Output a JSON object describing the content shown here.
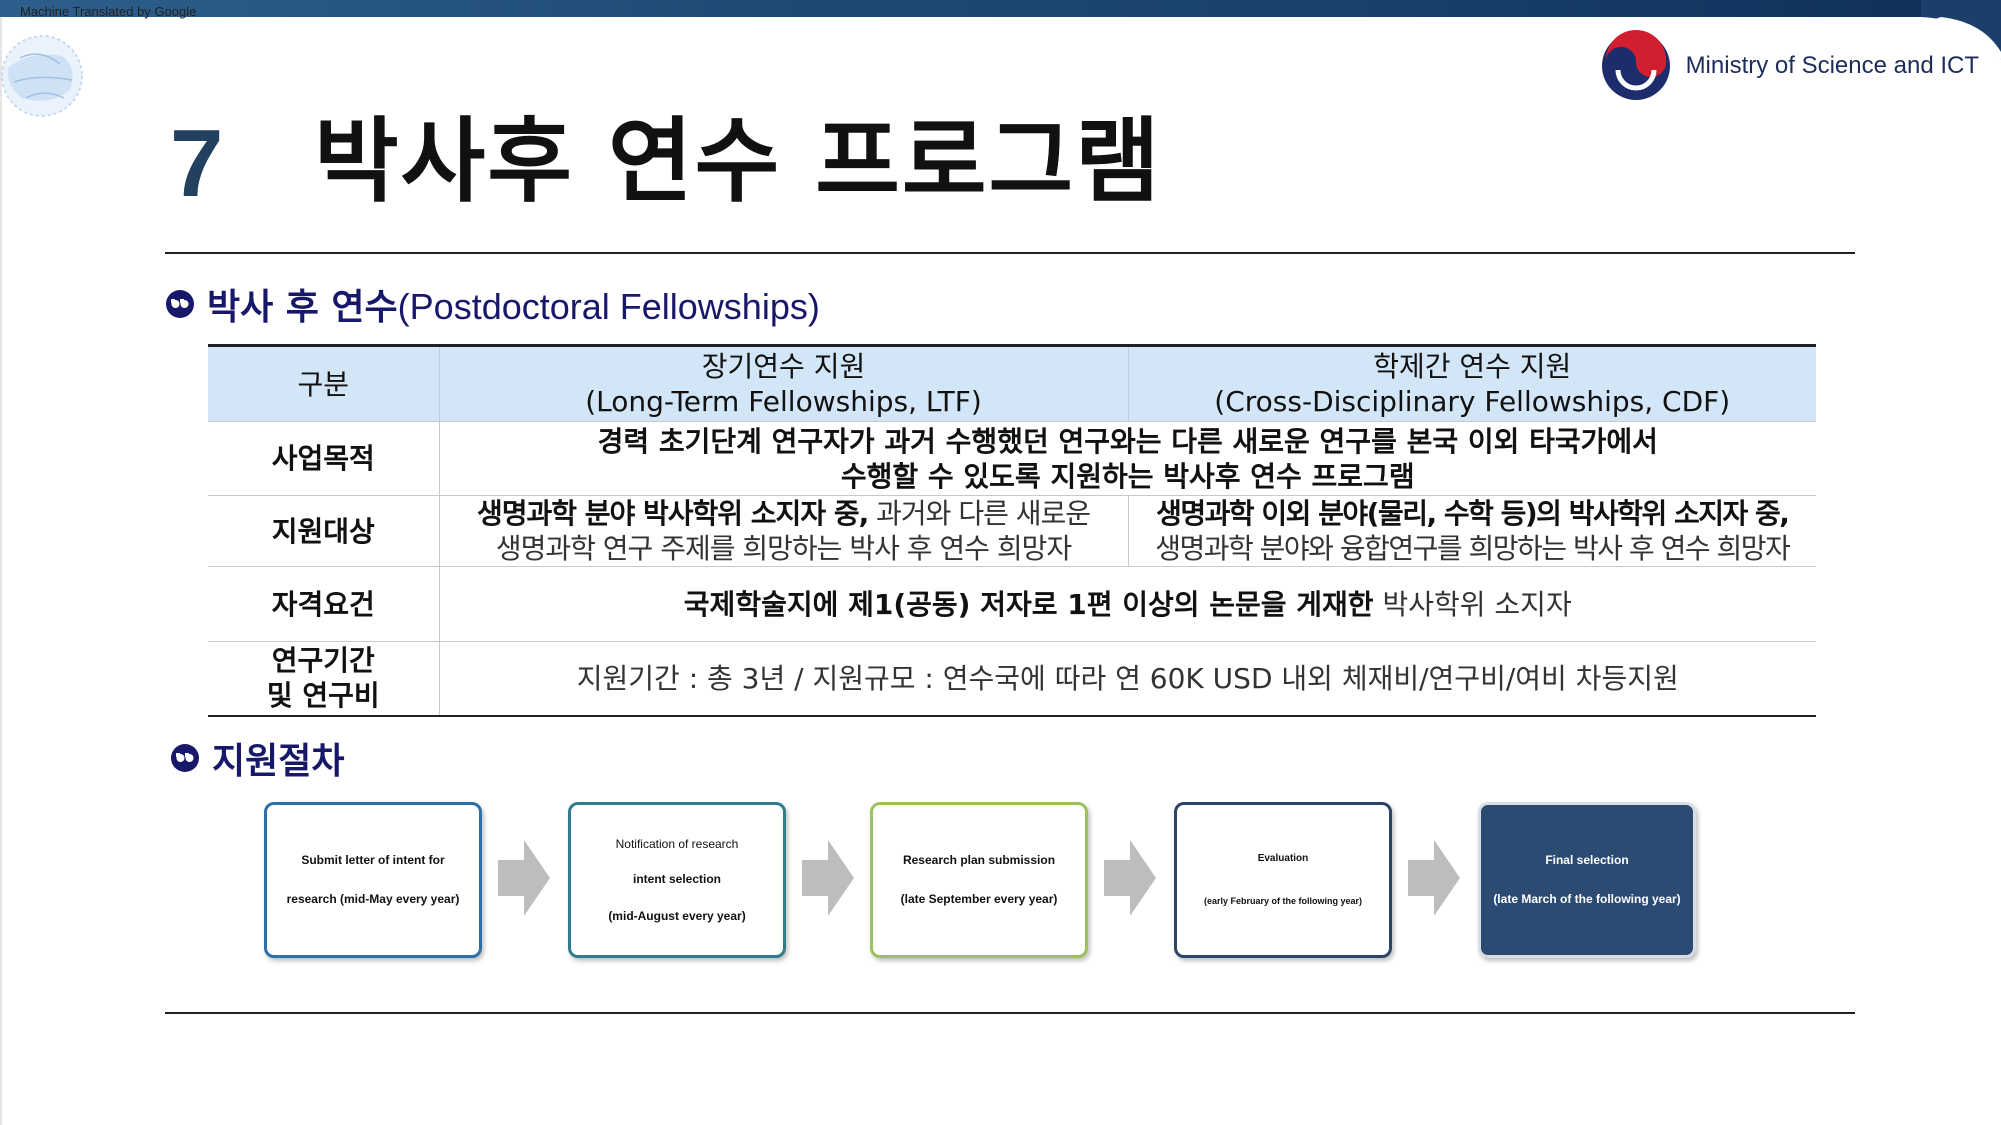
{
  "header": {
    "machine_translated": "Machine Translated by Google",
    "ministry": "Ministry of Science and ICT"
  },
  "title": {
    "number": "7",
    "text": "박사후 연수 프로그램"
  },
  "section1": {
    "title": "박사 후 연수",
    "subtitle": "(Postdoctoral Fellowships)"
  },
  "table": {
    "headers": {
      "col0": "구분",
      "col1_line1": "장기연수 지원",
      "col1_line2": "(Long-Term Fellowships, LTF)",
      "col2_line1": "학제간 연수 지원",
      "col2_line2": "(Cross-Disciplinary Fellowships, CDF)"
    },
    "rows": {
      "purpose": {
        "label": "사업목적",
        "line1": "경력 초기단계 연구자가 과거 수행했던 연구와는 다른 새로운 연구를 본국 이외 타국가에서",
        "line2": "수행할 수 있도록 지원하는 박사후 연수 프로그램"
      },
      "target": {
        "label": "지원대상",
        "ltf_bold": "생명과학 분야 박사학위 소지자 중,",
        "ltf_normal1": " 과거와 다른 새로운",
        "ltf_normal2": "생명과학 연구 주제를 희망하는 박사 후 연수 희망자",
        "cdf_bold": "생명과학 이외 분야(물리, 수학 등)의 박사학위 소지자 중,",
        "cdf_normal": "생명과학 분야와 융합연구를 희망하는 박사 후 연수 희망자"
      },
      "eligibility": {
        "label": "자격요건",
        "bold": "국제학술지에 제1(공동) 저자로 1편 이상의 논문을 게재한",
        "normal": " 박사학위 소지자"
      },
      "period": {
        "label_line1": "연구기간",
        "label_line2": "및 연구비",
        "text": "지원기간 : 총 3년 / 지원규모 : 연수국에 따라 연 60K USD 내외 체재비/연구비/여비 차등지원"
      }
    }
  },
  "section2": {
    "title": "지원절차"
  },
  "steps": [
    {
      "l1": "Submit letter of intent for",
      "l2": "research (mid-May every year)",
      "l3": "",
      "border": "#2d6fa8",
      "fill": "#ffffff",
      "text": "#111111"
    },
    {
      "l1": "Notification of research",
      "l2": "intent selection",
      "l3": "(mid-August every year)",
      "border": "#2f7d8a",
      "fill": "#ffffff",
      "text": "#111111"
    },
    {
      "l1": "Research plan submission",
      "l2": "(late September every year)",
      "l3": "",
      "border": "#9cc25f",
      "fill": "#ffffff",
      "text": "#111111"
    },
    {
      "l1": "Evaluation",
      "l2": "(early February of the following year)",
      "l3": "",
      "border": "#2c4466",
      "fill": "#ffffff",
      "text": "#111111"
    },
    {
      "l1": "Final selection",
      "l2": "(late March of the following year)",
      "l3": "",
      "border": "#d8dde6",
      "fill": "#2b4b73",
      "text": "#ffffff"
    }
  ]
}
